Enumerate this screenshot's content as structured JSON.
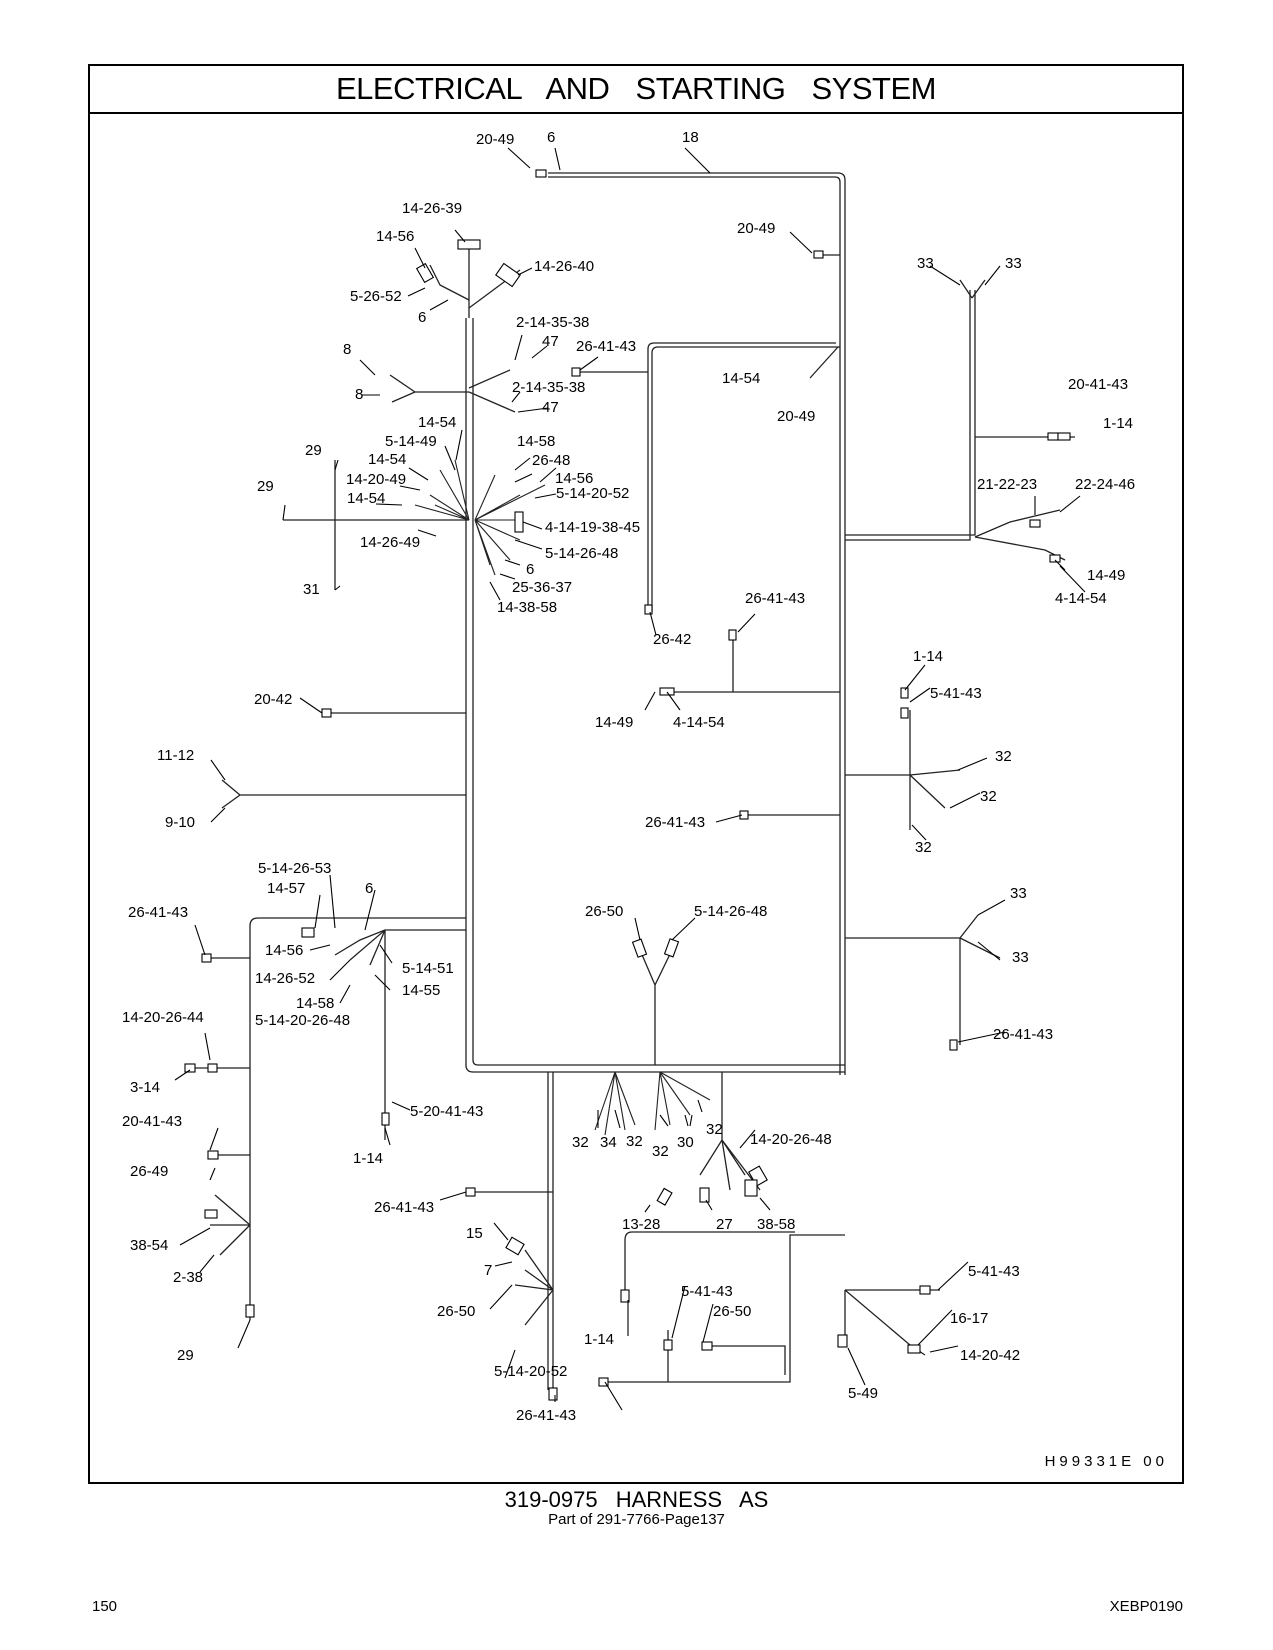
{
  "title": "ELECTRICAL AND STARTING SYSTEM",
  "drawing_code": "H99331E 00",
  "part_title": "319-0975 HARNESS AS",
  "part_subtitle": "Part of 291-7766-Page137",
  "page_number": "150",
  "document_code": "XEBP0190",
  "callouts": [
    "20-49",
    "6",
    "18",
    "14-26-39",
    "14-56",
    "14-26-40",
    "5-26-52",
    "6",
    "20-49",
    "33",
    "33",
    "2-14-35-38",
    "47",
    "26-41-43",
    "8",
    "2-14-35-38",
    "8",
    "47",
    "14-54",
    "20-41-43",
    "20-49",
    "1-14",
    "14-54",
    "5-14-49",
    "14-58",
    "29",
    "26-48",
    "14-54",
    "14-56",
    "14-20-49",
    "5-14-20-52",
    "29",
    "21-22-23",
    "22-24-46",
    "14-54",
    "4-14-19-38-45",
    "14-26-49",
    "5-14-26-48",
    "6",
    "14-49",
    "25-36-37",
    "4-14-54",
    "31",
    "14-38-58",
    "26-41-43",
    "26-42",
    "1-14",
    "5-41-43",
    "20-42",
    "14-49",
    "4-14-54",
    "11-12",
    "32",
    "32",
    "9-10",
    "26-41-43",
    "32",
    "5-14-26-53",
    "6",
    "14-57",
    "33",
    "26-41-43",
    "26-50",
    "5-14-26-48",
    "33",
    "14-56",
    "5-14-51",
    "14-26-52",
    "14-55",
    "14-58",
    "5-14-20-26-48",
    "14-20-26-44",
    "26-41-43",
    "3-14",
    "5-20-41-43",
    "20-41-43",
    "32",
    "32",
    "34",
    "32",
    "30",
    "32",
    "14-20-26-48",
    "1-14",
    "26-49",
    "26-41-43",
    "38-54",
    "13-28",
    "27",
    "38-58",
    "15",
    "7",
    "5-41-43",
    "2-38",
    "5-41-43",
    "26-50",
    "16-17",
    "26-50",
    "1-14",
    "14-20-42",
    "29",
    "5-14-20-52",
    "5-49",
    "26-41-43"
  ]
}
